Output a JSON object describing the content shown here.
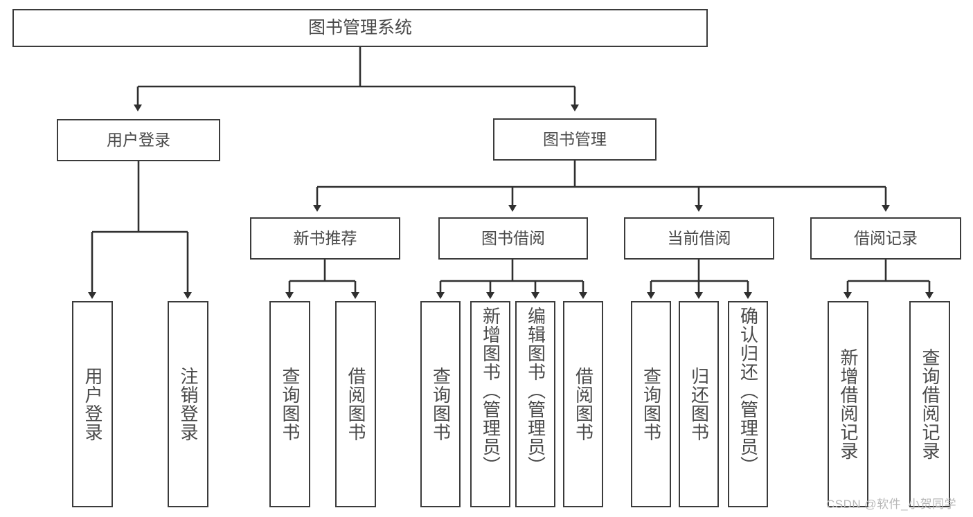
{
  "diagram": {
    "title": "图书管理系统",
    "type": "tree",
    "root": {
      "label": "图书管理系统"
    },
    "level1": [
      {
        "label": "用户登录"
      },
      {
        "label": "图书管理"
      }
    ],
    "level2": [
      {
        "label": "新书推荐"
      },
      {
        "label": "图书借阅"
      },
      {
        "label": "当前借阅"
      },
      {
        "label": "借阅记录"
      }
    ],
    "leaves": {
      "user_login": [
        {
          "label": "用户登录"
        },
        {
          "label": "注销登录"
        }
      ],
      "new_book_recommend": [
        {
          "label": "查询图书"
        },
        {
          "label": "借阅图书"
        }
      ],
      "book_borrow": [
        {
          "label": "查询图书"
        },
        {
          "label": "新增图书（管理员）"
        },
        {
          "label": "编辑图书（管理员）"
        },
        {
          "label": "借阅图书"
        }
      ],
      "current_borrow": [
        {
          "label": "查询图书"
        },
        {
          "label": "归还图书"
        },
        {
          "label": "确认归还（管理员）"
        }
      ],
      "borrow_record": [
        {
          "label": "新增借阅记录"
        },
        {
          "label": "查询借阅记录"
        }
      ]
    },
    "watermark": "CSDN @软件_小贺同学",
    "colors": {
      "box_border": "#3b3b3b",
      "box_fill": "#ffffff",
      "text": "#4a4a4a",
      "edge": "#2f2f2f",
      "watermark": "#b8b8b8",
      "background": "#ffffff"
    }
  }
}
